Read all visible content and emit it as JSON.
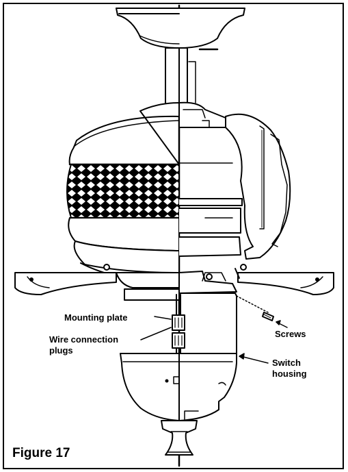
{
  "labels": {
    "mounting_plate": "Mounting plate",
    "wire_connection_line1": "Wire connection",
    "wire_connection_line2": "plugs",
    "screws": "Screws",
    "switch_housing_line1": "Switch",
    "switch_housing_line2": "housing"
  },
  "figure_title": "Figure 17",
  "colors": {
    "ink": "#000000",
    "paper": "#ffffff"
  }
}
